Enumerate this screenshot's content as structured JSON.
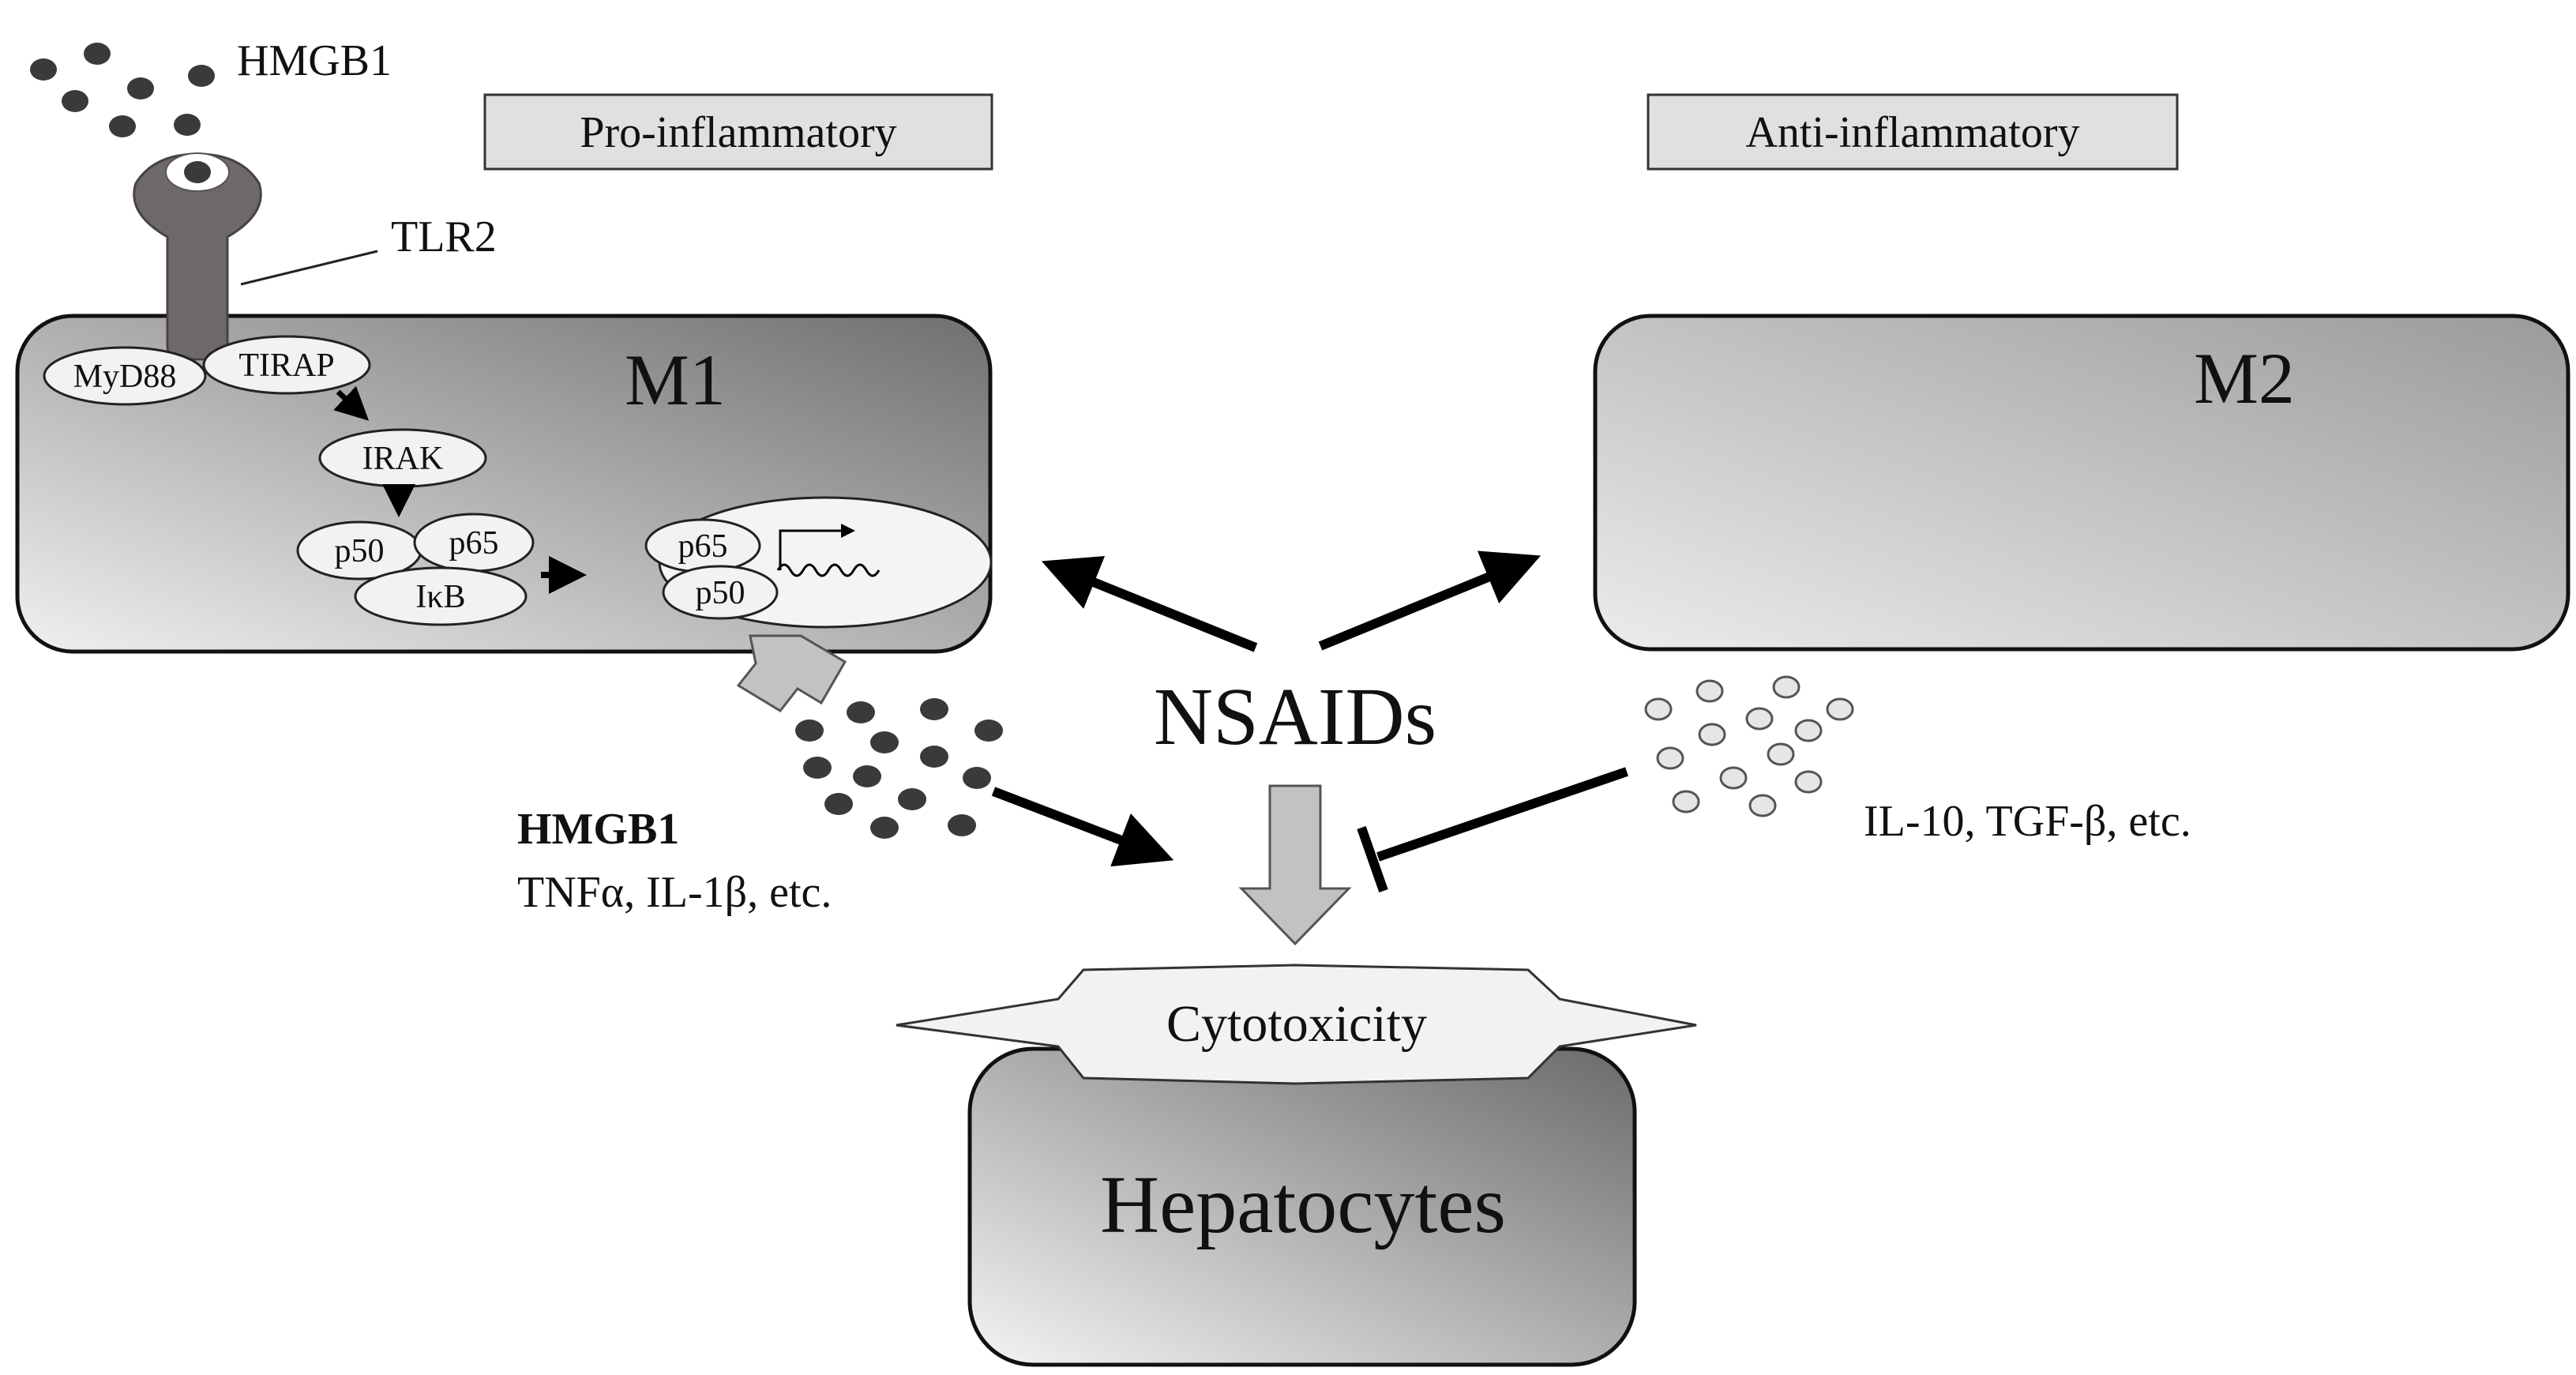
{
  "labels": {
    "hmgb1_top": "HMGB1",
    "tlr2": "TLR2",
    "pro_inflammatory": "Pro-inflammatory",
    "anti_inflammatory": "Anti-inflammatory",
    "m1": "M1",
    "m2": "M2",
    "myd88": "MyD88",
    "tirap": "TIRAP",
    "irak": "IRAK",
    "p50": "p50",
    "p65": "p65",
    "ikb": "IκB",
    "p65_nucleus": "p65",
    "p50_nucleus": "p50",
    "nsaids": "NSAIDs",
    "hmgb1_bold": "HMGB1",
    "m1_cytokines": "TNFα, IL-1β, etc.",
    "m2_cytokines": "IL-10, TGF-β, etc.",
    "cytotoxicity": "Cytotoxicity",
    "hepatocytes": "Hepatocytes"
  },
  "colors": {
    "dark_dot": "#3a3a3a",
    "light_dot": "#e6e6e6",
    "tag_fill": "#e0e0e0",
    "receptor": "#6e6868",
    "arrow_gray": "#c2c2c2"
  }
}
